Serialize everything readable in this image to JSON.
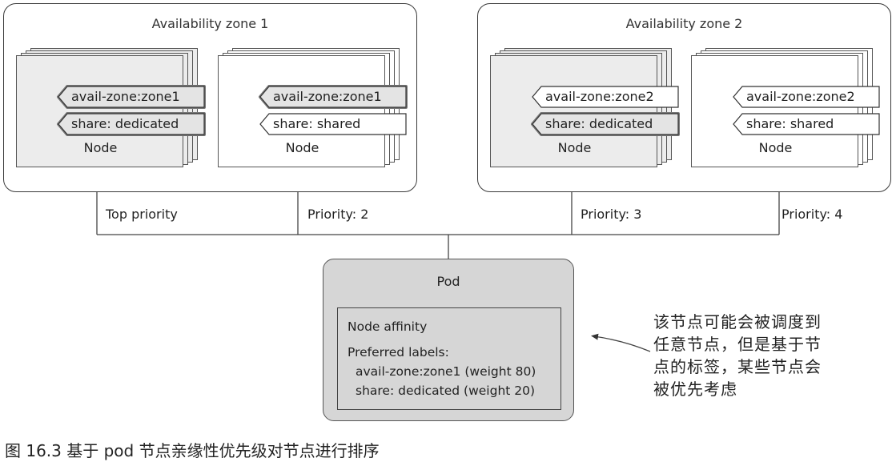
{
  "zones": [
    {
      "title": "Availability zone 1",
      "nodes": [
        {
          "label": "Node",
          "highlighted": true,
          "tags": [
            {
              "text": "avail-zone:zone1",
              "highlighted": true
            },
            {
              "text": "share: dedicated",
              "highlighted": true
            }
          ]
        },
        {
          "label": "Node",
          "highlighted": false,
          "tags": [
            {
              "text": "avail-zone:zone1",
              "highlighted": true
            },
            {
              "text": "share: shared",
              "highlighted": false
            }
          ]
        }
      ]
    },
    {
      "title": "Availability zone 2",
      "nodes": [
        {
          "label": "Node",
          "highlighted": true,
          "tags": [
            {
              "text": "avail-zone:zone2",
              "highlighted": false
            },
            {
              "text": "share: dedicated",
              "highlighted": true
            }
          ]
        },
        {
          "label": "Node",
          "highlighted": false,
          "tags": [
            {
              "text": "avail-zone:zone2",
              "highlighted": false
            },
            {
              "text": "share: shared",
              "highlighted": false
            }
          ]
        }
      ]
    }
  ],
  "priorities": [
    "Top priority",
    "Priority: 2",
    "Priority: 3",
    "Priority: 4"
  ],
  "pod": {
    "title": "Pod",
    "affinity_title": "Node affinity",
    "preferred_title": "Preferred labels:",
    "preferred": [
      "avail-zone:zone1 (weight 80)",
      "share: dedicated (weight 20)"
    ]
  },
  "annotation": [
    "该节点可能会被调度到",
    "任意节点，但是基于节",
    "点的标签，某些节点会",
    "被优先考虑"
  ],
  "caption": "图 16.3   基于 pod 节点亲缘性优先级对节点进行排序",
  "colors": {
    "highlight_fill": "#e4e4e4",
    "card_gray": "#ececec",
    "pod_fill": "#d6d6d6",
    "line": "#444444"
  }
}
